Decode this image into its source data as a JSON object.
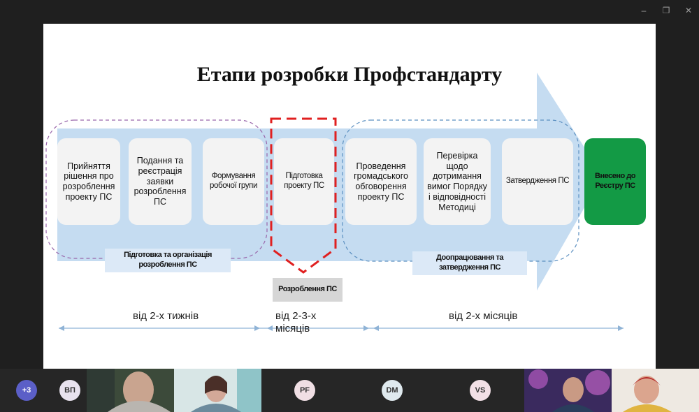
{
  "window_controls": {
    "minimize": "–",
    "restore": "❐",
    "close": "✕"
  },
  "slide": {
    "title": "Етапи розробки Профстандарту",
    "cards": [
      "Прийняття рішення про розроблення проекту ПС",
      "Подання та реєстрація заявки розроблення ПС",
      "Формування робочої групи",
      "Підготовка проекту ПС",
      "Проведення громадського обговорення проекту ПС",
      "Перевірка щодо дотримання вимог Порядку і відповідності Методиці",
      "Затвердження ПС"
    ],
    "final_card": "Внесено до Реєстру ПС",
    "group_labels": {
      "prep": "Підготовка та організація розроблення ПС",
      "develop": "Розроблення ПС",
      "finalize": "Доопрацювання та затвердження ПС"
    },
    "durations": {
      "d1": "від 2-х тижнів",
      "d2": "від 2-3-х місяців",
      "d3": "від 2-х місяців"
    },
    "colors": {
      "arrow": "#c5dcf1",
      "final": "#139a45",
      "dashed_red": "#e02020"
    }
  },
  "participants": [
    {
      "type": "badge",
      "label": "+3"
    },
    {
      "type": "initials",
      "label": "ВП"
    },
    {
      "type": "video",
      "icon": "participant-video-1"
    },
    {
      "type": "video",
      "icon": "participant-video-2"
    },
    {
      "type": "initials",
      "label": "PF"
    },
    {
      "type": "initials",
      "label": "DM"
    },
    {
      "type": "initials",
      "label": "VS"
    },
    {
      "type": "video",
      "icon": "participant-video-3"
    },
    {
      "type": "video",
      "icon": "participant-video-4"
    }
  ]
}
